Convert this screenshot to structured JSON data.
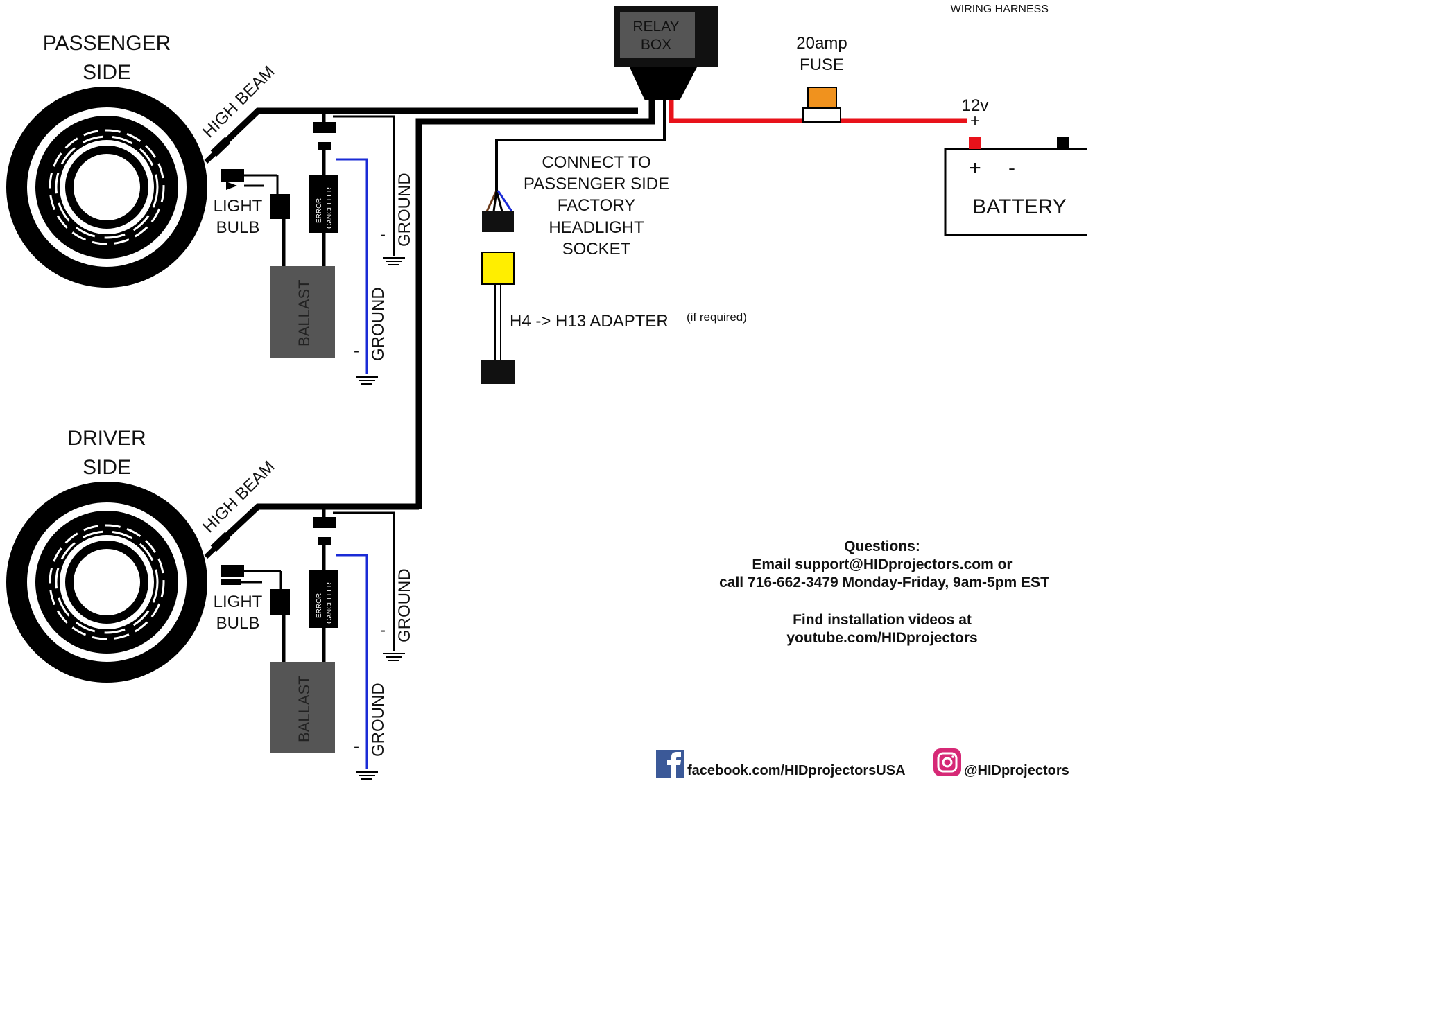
{
  "header": {
    "title": "WIRING HARNESS"
  },
  "relay": {
    "line1": "RELAY",
    "line2": "BOX"
  },
  "fuse": {
    "line1": "20amp",
    "line2": "FUSE"
  },
  "battery": {
    "voltage": "12v",
    "plus_top": "+",
    "plus": "+",
    "minus": "-",
    "label": "BATTERY"
  },
  "colors": {
    "positive_wire": "#e8121a",
    "ground_wire": "#1a2bd6",
    "fuse": "#f0921e",
    "adapter": "#ffee00",
    "ballast": "#555555"
  },
  "passenger": {
    "title_line1": "PASSENGER",
    "title_line2": "SIDE",
    "high_beam": "HIGH BEAM",
    "bulb_line1": "LIGHT",
    "bulb_line2": "BULB",
    "ballast": "BALLAST",
    "canceller_line1": "ERROR",
    "canceller_line2": "CANCELLER",
    "ground1": "GROUND",
    "ground2": "GROUND",
    "minus1": "-",
    "minus2": "-"
  },
  "driver": {
    "title_line1": "DRIVER",
    "title_line2": "SIDE",
    "high_beam": "HIGH BEAM",
    "bulb_line1": "LIGHT",
    "bulb_line2": "BULB",
    "ballast": "BALLAST",
    "canceller_line1": "ERROR",
    "canceller_line2": "CANCELLER",
    "ground1": "GROUND",
    "ground2": "GROUND",
    "minus1": "-",
    "minus2": "-"
  },
  "connect": {
    "line1": "CONNECT TO",
    "line2": "PASSENGER SIDE",
    "line3": "FACTORY",
    "line4": "HEADLIGHT",
    "line5": "SOCKET"
  },
  "adapter": {
    "label": "H4 -> H13 ADAPTER",
    "note": "(if required)"
  },
  "contact": {
    "line1": "Questions:",
    "line2": "Email support@HIDprojectors.com or",
    "line3": "call 716-662-3479 Monday-Friday, 9am-5pm EST",
    "line4": "Find installation videos at",
    "line5": "youtube.com/HIDprojectors"
  },
  "social": {
    "facebook": "facebook.com/HIDprojectorsUSA",
    "instagram": "@HIDprojectors",
    "facebook_icon": "facebook-icon",
    "instagram_icon": "instagram-icon"
  }
}
